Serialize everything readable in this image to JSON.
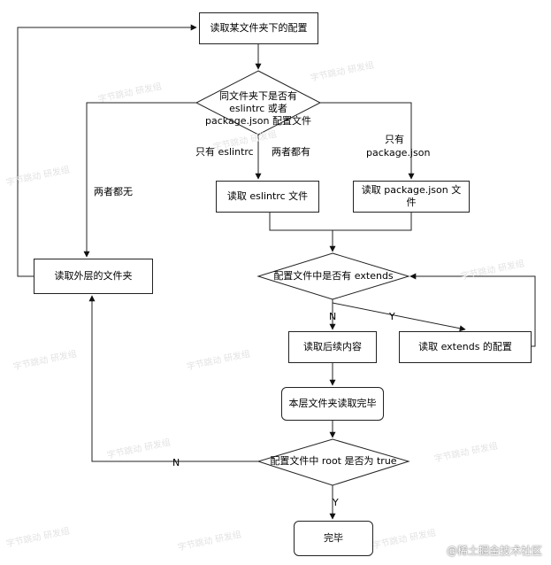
{
  "nodes": {
    "read_config": "读取某文件夹下的配置",
    "decision_files": "同文件夹下是否有 eslintrc 或者 package.json 配置文件",
    "read_eslintrc": "读取 eslintrc 文件",
    "read_package_json": "读取 package.json 文件",
    "read_outer_folder": "读取外层的文件夹",
    "decision_extends": "配置文件中是否有 extends",
    "read_rest": "读取后续内容",
    "read_extends_config": "读取 extends 的配置",
    "layer_done": "本层文件夹读取完毕",
    "decision_root": "配置文件中 root 是否为 true",
    "finish": "完毕"
  },
  "edge_labels": {
    "only_eslintrc": "只有 eslintrc",
    "both_exist": "两者都有",
    "only_package_json": "只有 package.json",
    "neither": "两者都无",
    "extends_no": "N",
    "extends_yes": "Y",
    "root_no": "N",
    "root_yes": "Y"
  },
  "watermark": "字节跳动 研发组",
  "corner_credit": "@稀土掘金技术社区"
}
